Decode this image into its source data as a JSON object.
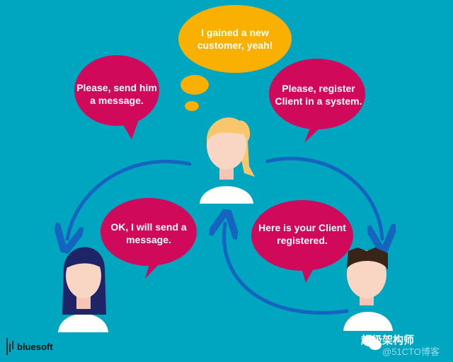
{
  "bubbles": {
    "thought": "I gained a new\ncustomer, yeah!",
    "send_message": "Please, send him\na message.",
    "register": "Please, register\nClient in a system.",
    "ok_send": "OK, I will send a\nmessage.",
    "registered": "Here is your Client\nregistered."
  },
  "logo": {
    "text": "bluesoft"
  },
  "watermark": {
    "title": "超级架构师",
    "sub": "@51CTO博客"
  },
  "colors": {
    "background": "#00A5C0",
    "bubble": "#D1095B",
    "thought": "#F9B000",
    "arrow": "#1565C0"
  }
}
